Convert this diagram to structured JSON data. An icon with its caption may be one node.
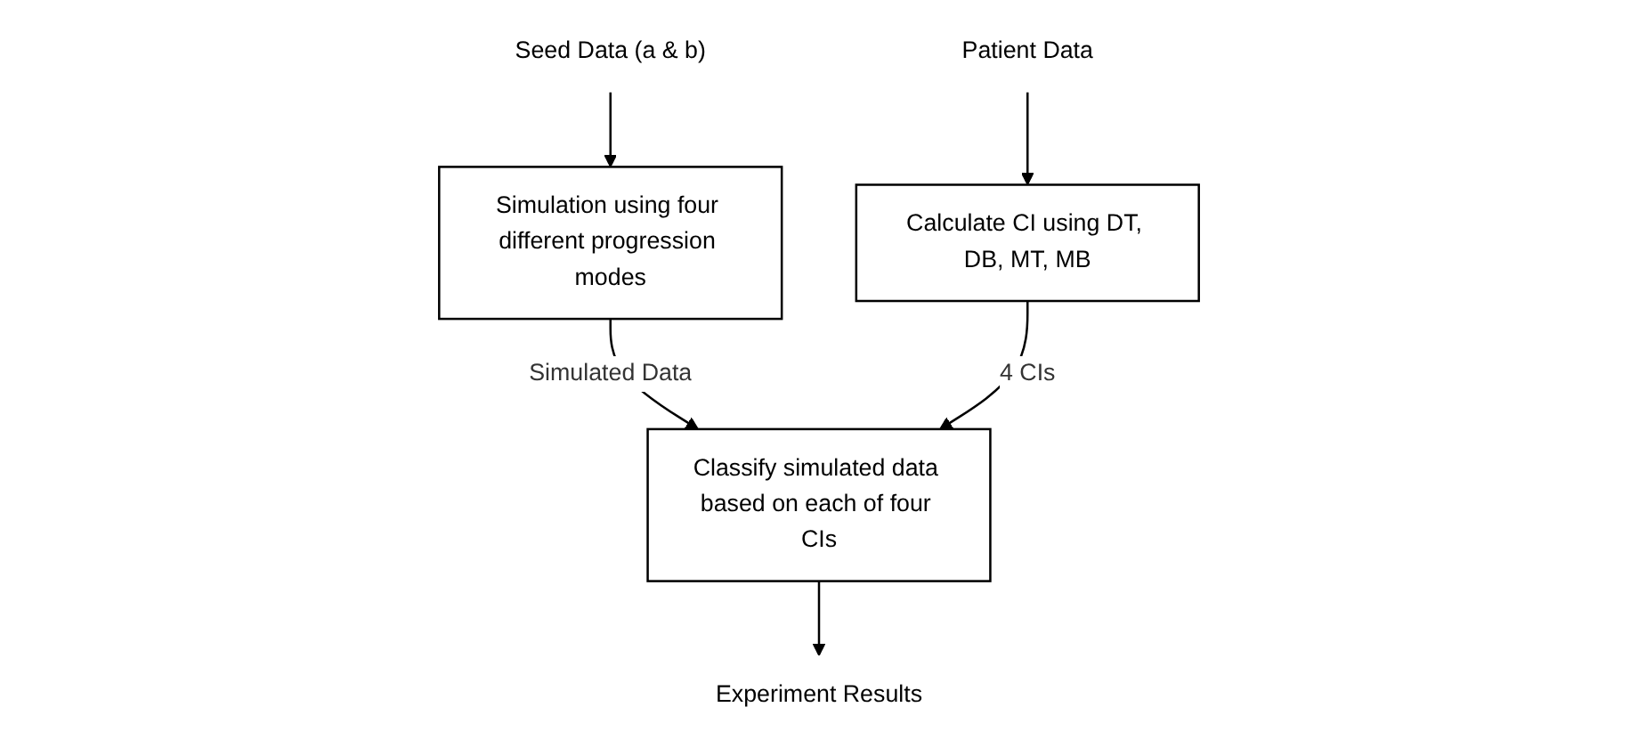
{
  "diagram": {
    "nodes": [
      {
        "text": [
          "Seed Data (a & b)"
        ]
      },
      {
        "text": [
          "Patient Data"
        ]
      },
      {
        "text": [
          "Simulation using four different progression modes"
        ]
      },
      {
        "text": [
          "Classify simulated data based on each of four CIs"
        ]
      },
      {
        "text": [
          "Calculate CI using DT, DB, MT, MB"
        ]
      },
      {
        "text": [
          "Experiment Results"
        ]
      }
    ],
    "edges": [
      {
        "from": 0,
        "to": 2,
        "arrow": "to"
      },
      {
        "from": 1,
        "to": 4,
        "arrow": "to"
      },
      {
        "from": 2,
        "to": 3,
        "arrow": "to",
        "label": "Simulated Data"
      },
      {
        "from": 4,
        "to": 3,
        "arrow": "to",
        "label": "4 CIs"
      },
      {
        "from": 3,
        "to": 5,
        "arrow": "to"
      }
    ]
  }
}
